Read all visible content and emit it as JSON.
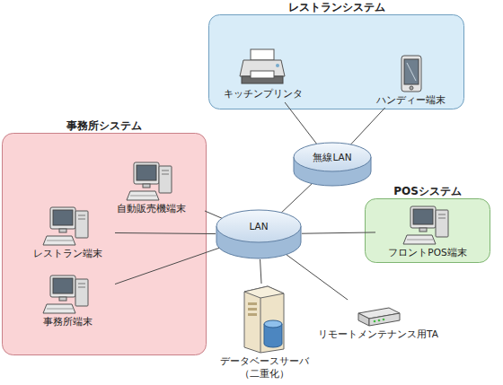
{
  "diagram": {
    "nodes": [
      {
        "text": [
          "レストランシステム"
        ]
      },
      {
        "text": [
          "キッチンプリンタ"
        ],
        "in": 0
      },
      {
        "text": [
          "ハンディー端末"
        ],
        "in": 0
      },
      {
        "text": [
          "事務所システム"
        ]
      },
      {
        "text": [
          "自動販売機端末"
        ],
        "in": 3
      },
      {
        "text": [
          "レストラン端末"
        ],
        "in": 3
      },
      {
        "text": [
          "事務所端末"
        ],
        "in": 3
      },
      {
        "text": [
          "無線LAN"
        ]
      },
      {
        "text": [
          "POSシステム"
        ]
      },
      {
        "text": [
          "フロントPOS端末"
        ],
        "in": 8
      },
      {
        "text": [
          "LAN"
        ]
      },
      {
        "text": [
          "データベースサーバ （二重化）"
        ]
      },
      {
        "text": [
          "リモートメンテナンス用TA"
        ]
      }
    ],
    "edges": [
      {
        "from": 1,
        "to": 7,
        "arrow": "none"
      },
      {
        "from": 2,
        "to": 7,
        "arrow": "none"
      },
      {
        "from": 7,
        "to": 10,
        "arrow": "none"
      },
      {
        "from": 4,
        "to": 10,
        "arrow": "none"
      },
      {
        "from": 5,
        "to": 10,
        "arrow": "none"
      },
      {
        "from": 6,
        "to": 10,
        "arrow": "none"
      },
      {
        "from": 10,
        "to": 9,
        "arrow": "none"
      },
      {
        "from": 10,
        "to": 11,
        "arrow": "none"
      },
      {
        "from": 10,
        "to": 12,
        "arrow": "none"
      }
    ]
  }
}
